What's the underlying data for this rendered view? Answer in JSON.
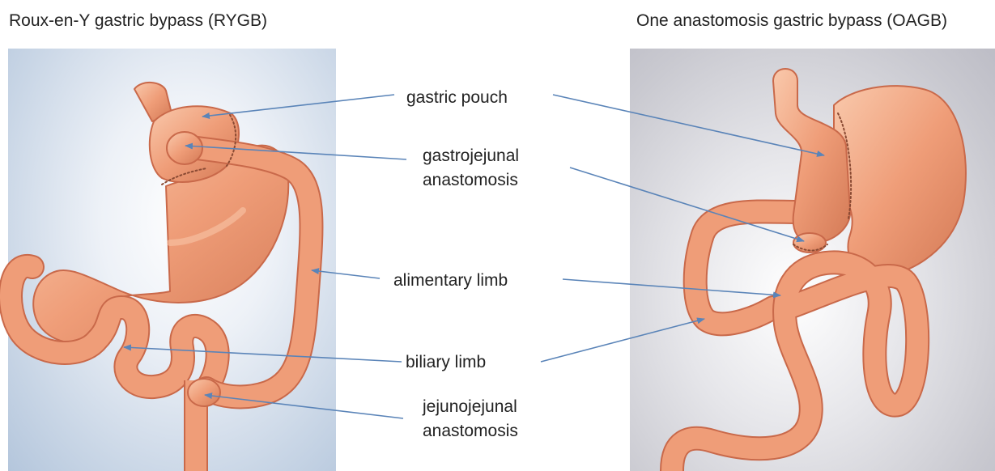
{
  "titles": {
    "left": "Roux-en-Y  gastric bypass (RYGB)",
    "right": "One anastomosis gastric bypass (OAGB)"
  },
  "labels": {
    "gastric_pouch": "gastric pouch",
    "gastrojejunal_line1": "gastrojejunal",
    "gastrojejunal_line2": "anastomosis",
    "alimentary_limb": "alimentary  limb",
    "biliary_limb": "biliary limb",
    "jejunojejunal_line1": "jejunojejunal",
    "jejunojejunal_line2": "anastomosis"
  },
  "colors": {
    "tissue": "#ef9d78",
    "tissue_dark": "#c9694a",
    "tissue_light": "#f8c4a6",
    "arrow": "#5a84b8"
  }
}
